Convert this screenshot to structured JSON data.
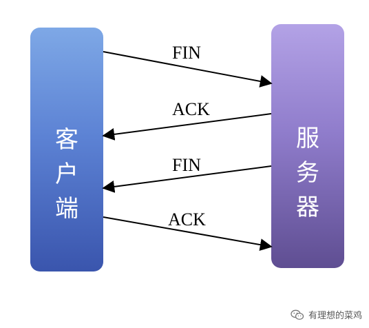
{
  "client": {
    "label_chars": [
      "客",
      "户",
      "端"
    ]
  },
  "server": {
    "label_chars": [
      "服",
      "务",
      "器"
    ]
  },
  "messages": [
    {
      "label": "FIN",
      "direction": "client-to-server"
    },
    {
      "label": "ACK",
      "direction": "server-to-client"
    },
    {
      "label": "FIN",
      "direction": "server-to-client"
    },
    {
      "label": "ACK",
      "direction": "client-to-server"
    }
  ],
  "watermark": {
    "text": "有理想的菜鸡",
    "icon": "wechat-icon"
  },
  "colors": {
    "client_top": "#7ea8e6",
    "client_bottom": "#3a55ad",
    "server_top": "#b3a2e6",
    "server_bottom": "#5f4e92",
    "arrow": "#000000"
  }
}
